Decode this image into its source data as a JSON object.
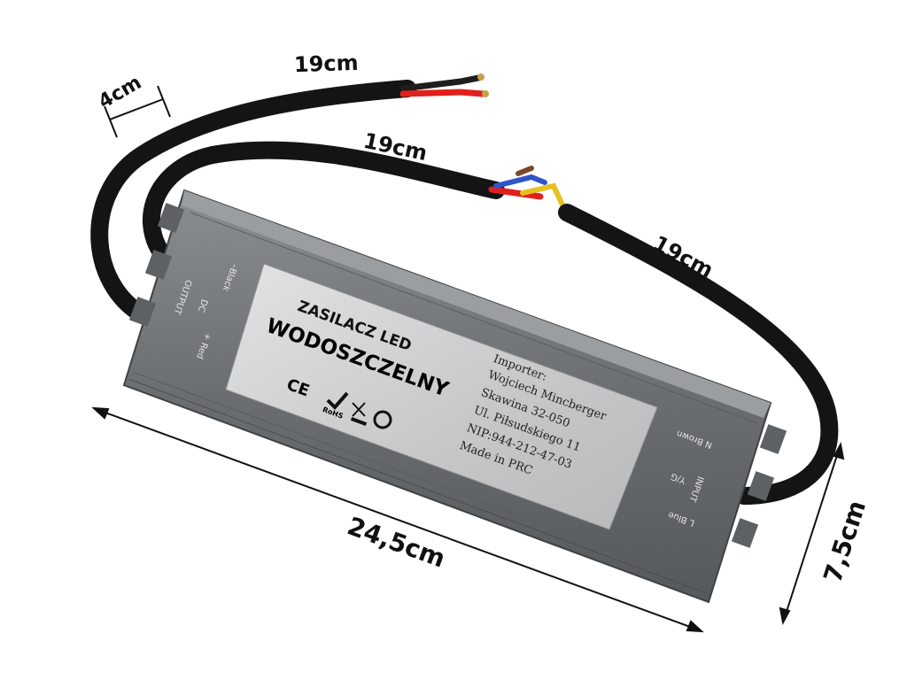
{
  "dimensions": {
    "cable_output": "19cm",
    "cable_input_inner": "19cm",
    "cable_input_outer": "19cm",
    "strip_length": "4cm",
    "length": "24,5cm",
    "width": "7,5cm"
  },
  "label": {
    "title_small": "ZASILACZ LED",
    "title_big": "WODOSZCZELNY",
    "importer_heading": "Importer:",
    "importer_name": "Wojciech Mincberger",
    "importer_city": "Skawina 32-050",
    "importer_street": "Ul. Piłsudskiego 11",
    "importer_nip": "NIP:944-212-47-03",
    "origin": "Made in PRC",
    "mark_ce": "CE",
    "mark_rohs": "RoHS"
  },
  "terminals": {
    "output_black": "–Black",
    "output_dc": "DC",
    "output_label": "OUTPUT",
    "output_red": "+ Red",
    "input_brown": "N Brown",
    "input_yg": "Y/G",
    "input_label": "INPUT",
    "input_blue": "L Blue"
  },
  "colors": {
    "casing": "#6e7274",
    "label_bg": "#c9cbcc",
    "cable": "#141414",
    "wire_red": "#e0201c",
    "wire_blue": "#2f55c8",
    "wire_yellow": "#e8c020",
    "wire_brown": "#7a4a2a"
  }
}
